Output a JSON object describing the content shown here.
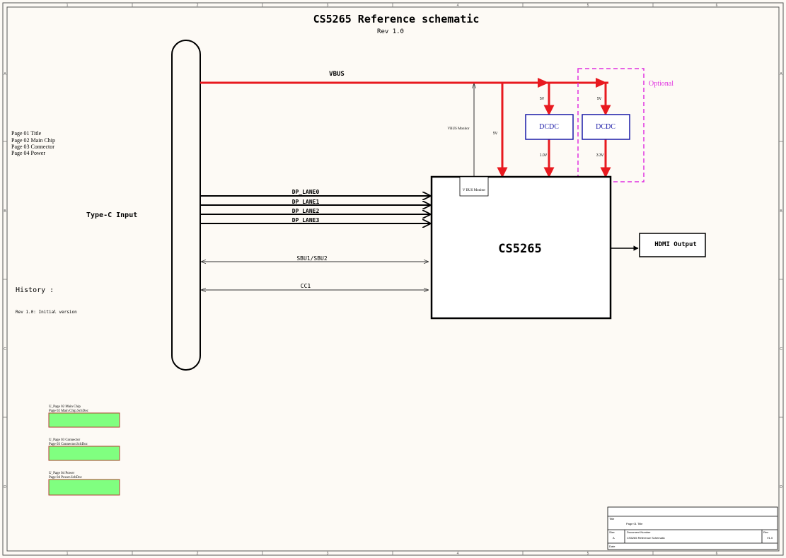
{
  "title": "CS5265 Reference schematic",
  "revision": "Rev 1.0",
  "page_list": [
    "Page 01 Title",
    "Page 02 Main Chip",
    "Page 03 Connector",
    "Page 04 Power"
  ],
  "connector": {
    "label": "Type-C Input"
  },
  "chip": {
    "label": "CS5265",
    "vbus_monitor_pin": "V BUS Monitor"
  },
  "signals": {
    "vbus": "VBUS",
    "vbus_monitor": "VBUS Monitor",
    "vbus_5v": "5V",
    "dp_lanes": [
      "DP_LANE0",
      "DP_LANE1",
      "DP_LANE2",
      "DP_LANE3"
    ],
    "sbu": "SBU1/SBU2",
    "cc": "CC1"
  },
  "dcdc": [
    {
      "label": "DCDC",
      "input": "5V",
      "output": "1.0V"
    },
    {
      "label": "DCDC",
      "input": "5V",
      "output": "3.3V"
    }
  ],
  "optional_label": "Optional",
  "output_block": {
    "label": "HDMI Output"
  },
  "history": {
    "heading": "History :",
    "entries": [
      "Rev 1.0: Initial version"
    ]
  },
  "sheet_symbols": [
    {
      "designator": "U_Page 02 Main Chip",
      "filename": "Page 02 Main Chip.SchDoc"
    },
    {
      "designator": "U_Page 03 Connector",
      "filename": "Page 03 Connector.SchDoc"
    },
    {
      "designator": "U_Page 04 Power",
      "filename": "Page 04 Power.SchDoc"
    }
  ],
  "title_block": {
    "title_label": "Title",
    "title_value": "Page 01 Title",
    "size_label": "Size",
    "size_value": "A",
    "doc_label": "Document Number",
    "doc_value": "CS5265 Reference Schematic",
    "rev_label": "Rev",
    "rev_value": "V1.0",
    "date_label": "Date"
  },
  "border": {
    "columns": [
      "1",
      "2",
      "3",
      "4",
      "5",
      "6"
    ],
    "rows": [
      "A",
      "B",
      "C",
      "D"
    ]
  },
  "colors": {
    "background": "#fdfaf5",
    "power_net": "#e8191f",
    "optional_outline": "#e030e0",
    "dcdc_outline": "#1a1aa8",
    "sheet_symbol_fill": "#80ff80",
    "wire": "#000000"
  }
}
